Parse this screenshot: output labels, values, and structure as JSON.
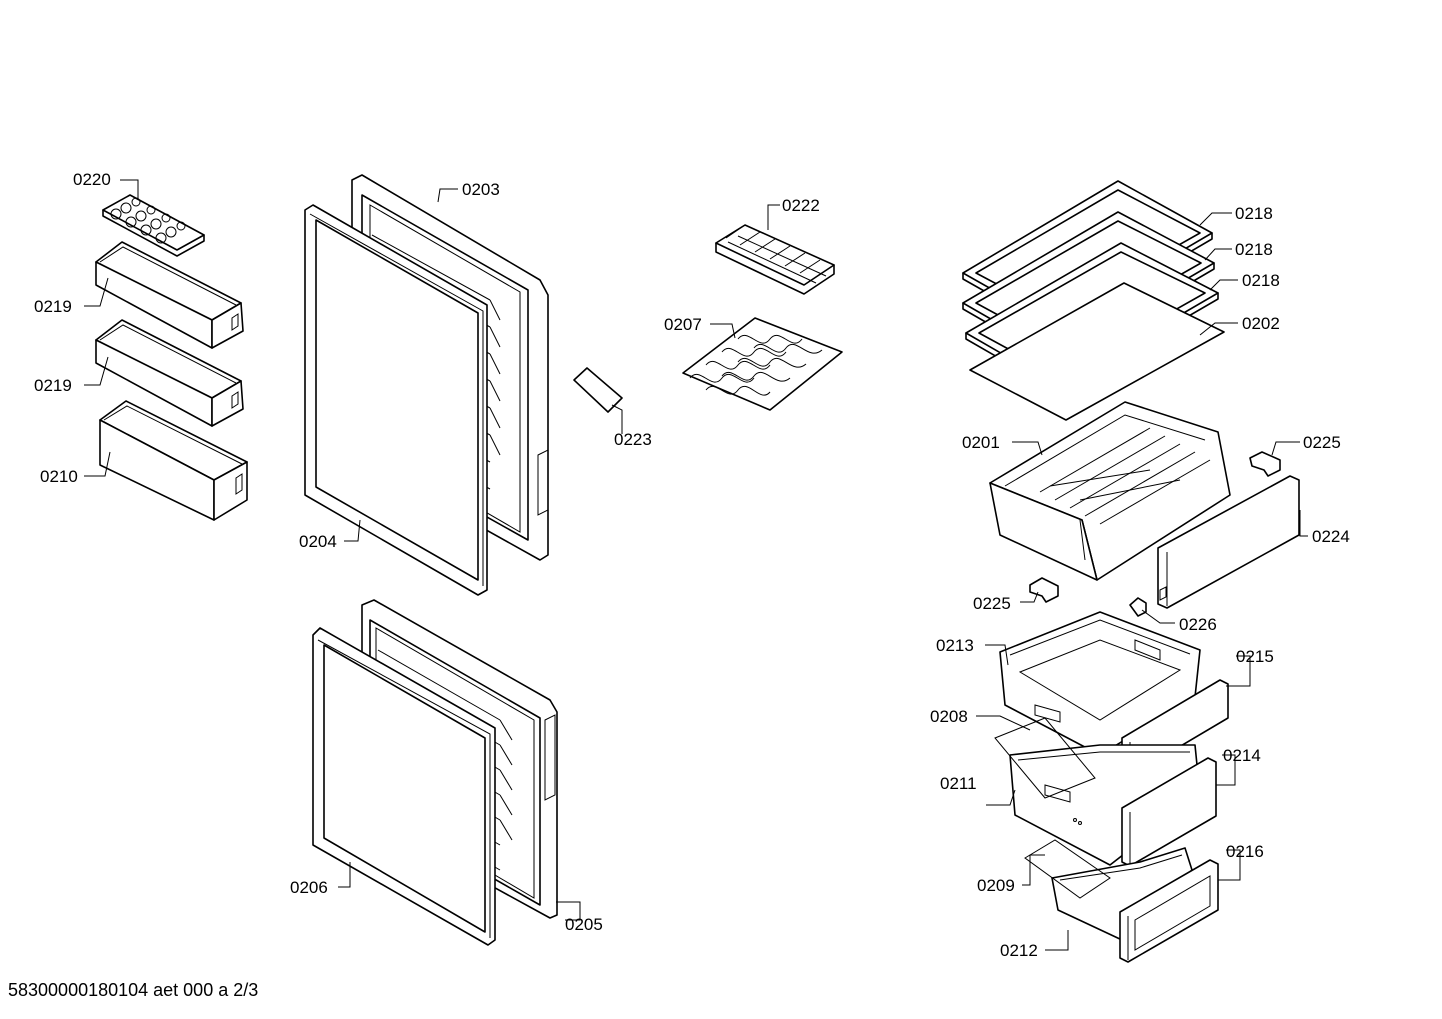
{
  "document_id": "58300000180104 aet 000 a 2/3",
  "labels": {
    "l0220": "0220",
    "l0219a": "0219",
    "l0219b": "0219",
    "l0210": "0210",
    "l0203": "0203",
    "l0204": "0204",
    "l0205": "0205",
    "l0206": "0206",
    "l0222": "0222",
    "l0207": "0207",
    "l0223": "0223",
    "l0218a": "0218",
    "l0218b": "0218",
    "l0218c": "0218",
    "l0202": "0202",
    "l0201": "0201",
    "l0225a": "0225",
    "l0225b": "0225",
    "l0224": "0224",
    "l0226": "0226",
    "l0213": "0213",
    "l0215": "0215",
    "l0208": "0208",
    "l0214": "0214",
    "l0211": "0211",
    "l0216": "0216",
    "l0209": "0209",
    "l0212": "0212"
  }
}
